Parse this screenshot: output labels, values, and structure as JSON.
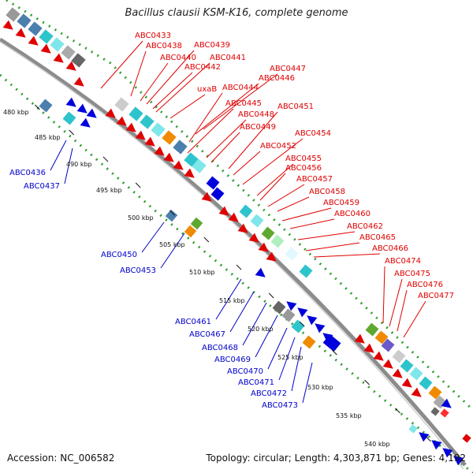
{
  "title": "Bacillus clausii KSM-K16, complete genome",
  "accession_text": "Accession: NC_006582",
  "topology_text": "Topology: circular; Length: 4,303,871 bp; Genes: 4,192",
  "colors": {
    "forward_label": "#e00000",
    "reverse_label": "#0000cc",
    "backbone": "#8c8c8c",
    "dots": "#2e9e2e"
  },
  "kbp_ticks": [
    "480 kbp",
    "485 kbp",
    "490 kbp",
    "495 kbp",
    "500 kbp",
    "505 kbp",
    "510 kbp",
    "515 kbp",
    "520 kbp",
    "525 kbp",
    "530 kbp",
    "535 kbp",
    "540 kbp"
  ],
  "forward_genes": [
    "ABC0433",
    "ABC0438",
    "ABC0440",
    "ABC0439",
    "ABC0442",
    "ABC0441",
    "ABC0447",
    "ABC0446",
    "uxaB",
    "ABC0444",
    "ABC0445",
    "ABC0451",
    "ABC0448",
    "ABC0449",
    "ABC0454",
    "ABC0452",
    "ABC0455",
    "ABC0456",
    "ABC0457",
    "ABC0458",
    "ABC0459",
    "ABC0460",
    "ABC0462",
    "ABC0465",
    "ABC0466",
    "ABC0474",
    "ABC0475",
    "ABC0476",
    "ABC0477"
  ],
  "reverse_genes": [
    "ABC0436",
    "ABC0437",
    "ABC0450",
    "ABC0453",
    "ABC0461",
    "ABC0467",
    "ABC0468",
    "ABC0469",
    "ABC0470",
    "ABC0471",
    "ABC0472",
    "ABC0473"
  ]
}
